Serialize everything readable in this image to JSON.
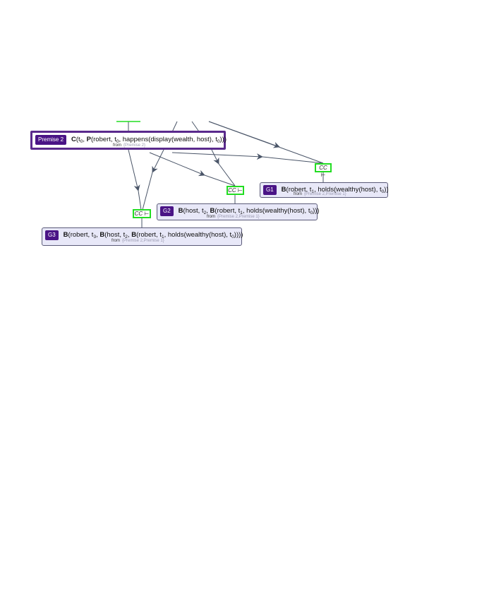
{
  "nodes": {
    "premise2": {
      "tag": "Premise 2",
      "formula": [
        "C",
        "(t",
        "0",
        ", ",
        "P",
        "(robert, t",
        "0",
        ", happens(display(wealth, host), t",
        "0",
        ")))"
      ],
      "from_label": "from",
      "from_sources": "{Premise 2}"
    },
    "g1": {
      "tag": "G1",
      "formula": [
        "B",
        "(robert, t",
        "1",
        ", holds(wealthy(host), t",
        "0",
        "))"
      ],
      "from_label": "from",
      "from_sources": "{Premise 2,Premise 1}"
    },
    "g2": {
      "tag": "G2",
      "formula": [
        "B",
        "(host, t",
        "2",
        ", ",
        "B",
        "(robert, t",
        "1",
        ", holds(wealthy(host), t",
        "0",
        ")))"
      ],
      "from_label": "from",
      "from_sources": "{Premise 2,Premise 1}"
    },
    "g3": {
      "tag": "G3",
      "formula": [
        "B",
        "(robert, t",
        "3",
        ", ",
        "B",
        "(host, t",
        "2",
        ", ",
        "B",
        "(robert, t",
        "1",
        ", holds(wealthy(host), t",
        "0",
        "))))"
      ],
      "from_label": "from",
      "from_sources": "{Premise 2,Premise 1}"
    }
  },
  "inference_labels": {
    "cc1": "CC ⊢",
    "cc2": "CC ⊢",
    "cc3": "CC ⊢"
  },
  "colors": {
    "edge": "#4a5568",
    "premise_border": "#5a2a8c",
    "tag_bg": "#4a1486",
    "node_bg": "#e8e8f8",
    "cc_border": "#22dd22"
  }
}
